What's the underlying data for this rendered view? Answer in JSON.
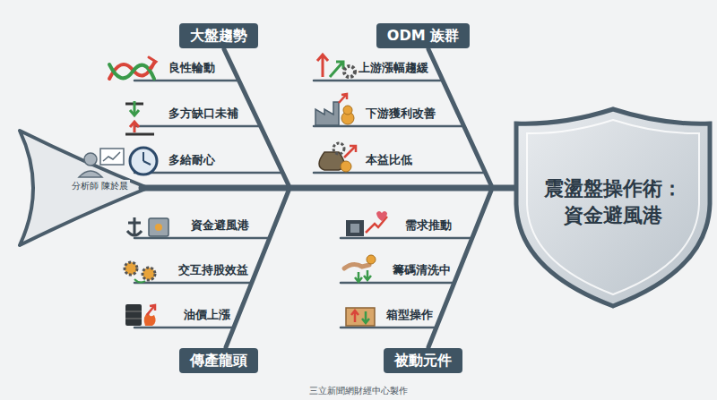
{
  "diagram": {
    "caption": "三立新聞網財經中心製作",
    "nodes": [
      {
        "text": [
          "大盤趨勢"
        ]
      },
      {
        "text": [
          "ODM 族群"
        ]
      },
      {
        "text": [
          "震盪盤操作術： 資金避風港"
        ]
      },
      {
        "text": [
          "傳產龍頭"
        ]
      },
      {
        "text": [
          "被動元件"
        ]
      }
    ],
    "labels": [
      "良性輪動",
      "多方缺口未補",
      "多給耐心",
      "上游漲幅趨緩",
      "下游獲利改善",
      "本益比低",
      "分析師 陳於晨",
      "資金避風港",
      "交互持股效益",
      "油價上漲",
      "需求推動",
      "籌碼清洗中",
      "箱型操作"
    ]
  }
}
